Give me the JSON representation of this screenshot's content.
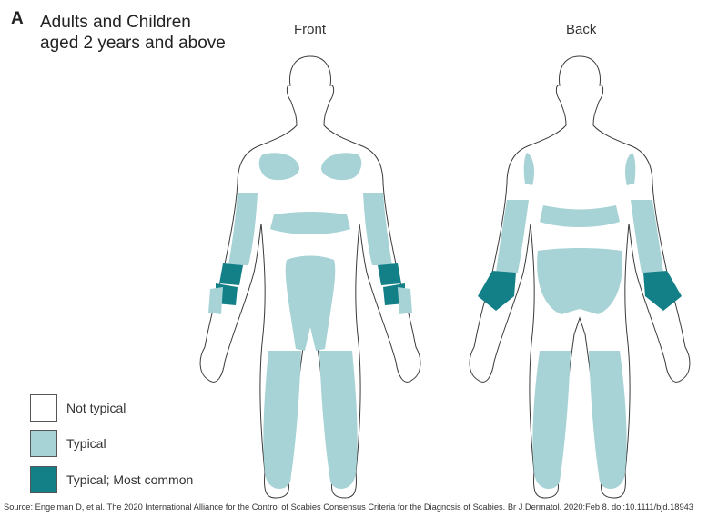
{
  "panel": {
    "letter": "A",
    "title_line1": "Adults and Children",
    "title_line2": "aged 2 years and above"
  },
  "views": {
    "front": "Front",
    "back": "Back"
  },
  "colors": {
    "not_typical": "#ffffff",
    "typical": "#a7d3d7",
    "most_common": "#137f87",
    "outline": "#3a3a3a"
  },
  "legend": [
    {
      "label": "Not typical",
      "color": "#ffffff"
    },
    {
      "label": "Typical",
      "color": "#a7d3d7"
    },
    {
      "label": "Typical; Most common",
      "color": "#137f87"
    }
  ],
  "source": "Source: Engelman D, et al. The 2020 International Alliance for the Control of Scabies Consensus Criteria for the Diagnosis of Scabies. Br J Dermatol. 2020:Feb 8. doi:10.1111/bjd.18943"
}
